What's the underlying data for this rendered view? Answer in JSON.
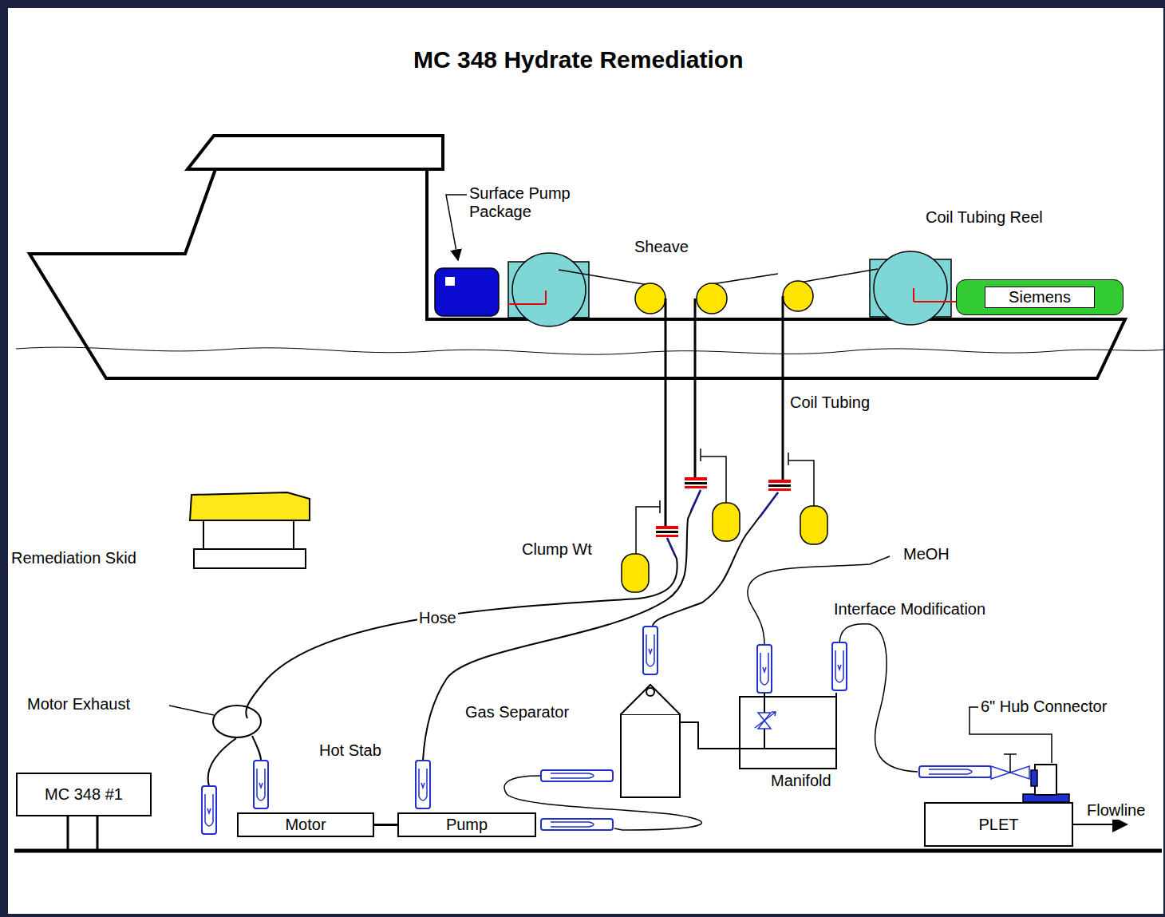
{
  "diagram": {
    "title": "MC 348 Hydrate Remediation",
    "nodes": [
      {
        "text": [
          "Siemens"
        ]
      },
      {
        "text": [
          "MC 348 #1"
        ]
      },
      {
        "text": [
          "Motor"
        ]
      },
      {
        "text": [
          "Pump"
        ]
      },
      {
        "text": [
          "PLET"
        ]
      }
    ],
    "edges": [
      {
        "from": 2,
        "to": 3,
        "arrow": "none"
      }
    ],
    "labels": [
      "Surface Pump Package",
      "Sheave",
      "Coil Tubing Reel",
      "Coil Tubing",
      "Clump Wt",
      "Remediation Skid",
      "MeOH",
      "Interface Modification",
      "Hose",
      "Motor Exhaust",
      "Gas Separator",
      "Hot Stab",
      "Manifold",
      "6\" Hub Connector",
      "Flowline"
    ]
  }
}
